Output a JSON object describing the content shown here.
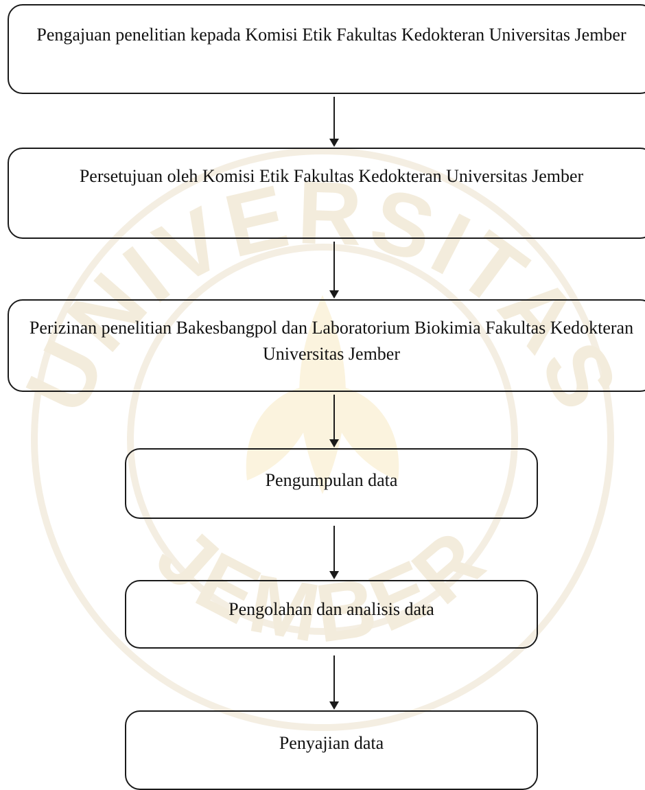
{
  "flowchart": {
    "steps": [
      {
        "id": "step-1",
        "text": "Pengajuan penelitian kepada Komisi Etik Fakultas Kedokteran Universitas Jember"
      },
      {
        "id": "step-2",
        "text": "Persetujuan oleh Komisi Etik Fakultas Kedokteran Universitas Jember"
      },
      {
        "id": "step-3",
        "text": "Perizinan penelitian Bakesbangpol dan Laboratorium Biokimia Fakultas Kedokteran Universitas Jember"
      },
      {
        "id": "step-4",
        "text": "Pengumpulan data"
      },
      {
        "id": "step-5",
        "text": "Pengolahan dan analisis data"
      },
      {
        "id": "step-6",
        "text": "Penyajian data"
      }
    ],
    "connections": [
      {
        "from": "step-1",
        "to": "step-2"
      },
      {
        "from": "step-2",
        "to": "step-3"
      },
      {
        "from": "step-3",
        "to": "step-4"
      },
      {
        "from": "step-4",
        "to": "step-5"
      },
      {
        "from": "step-5",
        "to": "step-6"
      }
    ]
  },
  "watermark": {
    "top_text": "UNIVERSITAS",
    "bottom_text": "JEMBER",
    "color": "#f3ecdc"
  }
}
